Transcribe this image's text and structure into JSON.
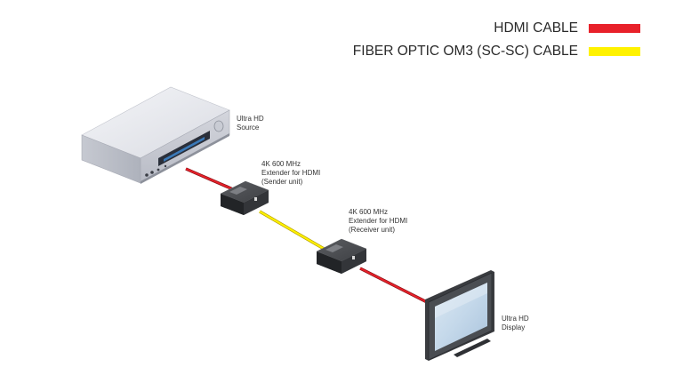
{
  "legend": {
    "hdmi": {
      "label": "HDMI CABLE",
      "color": "#e8212a"
    },
    "fiber": {
      "label": "FIBER OPTIC OM3 (SC-SC) CABLE",
      "color": "#fff200"
    }
  },
  "devices": {
    "source": {
      "line1": "Ultra HD",
      "line2": "Source"
    },
    "sender": {
      "line1": "4K 600 MHz",
      "line2": "Extender for HDMI",
      "line3": "(Sender unit)"
    },
    "receiver": {
      "line1": "4K 600 MHz",
      "line2": "Extender for HDMI",
      "line3": "(Receiver unit)"
    },
    "display": {
      "line1": "Ultra HD",
      "line2": "Display"
    }
  },
  "icons": [
    "media-player-icon",
    "extender-sender-icon",
    "extender-receiver-icon",
    "display-icon"
  ]
}
